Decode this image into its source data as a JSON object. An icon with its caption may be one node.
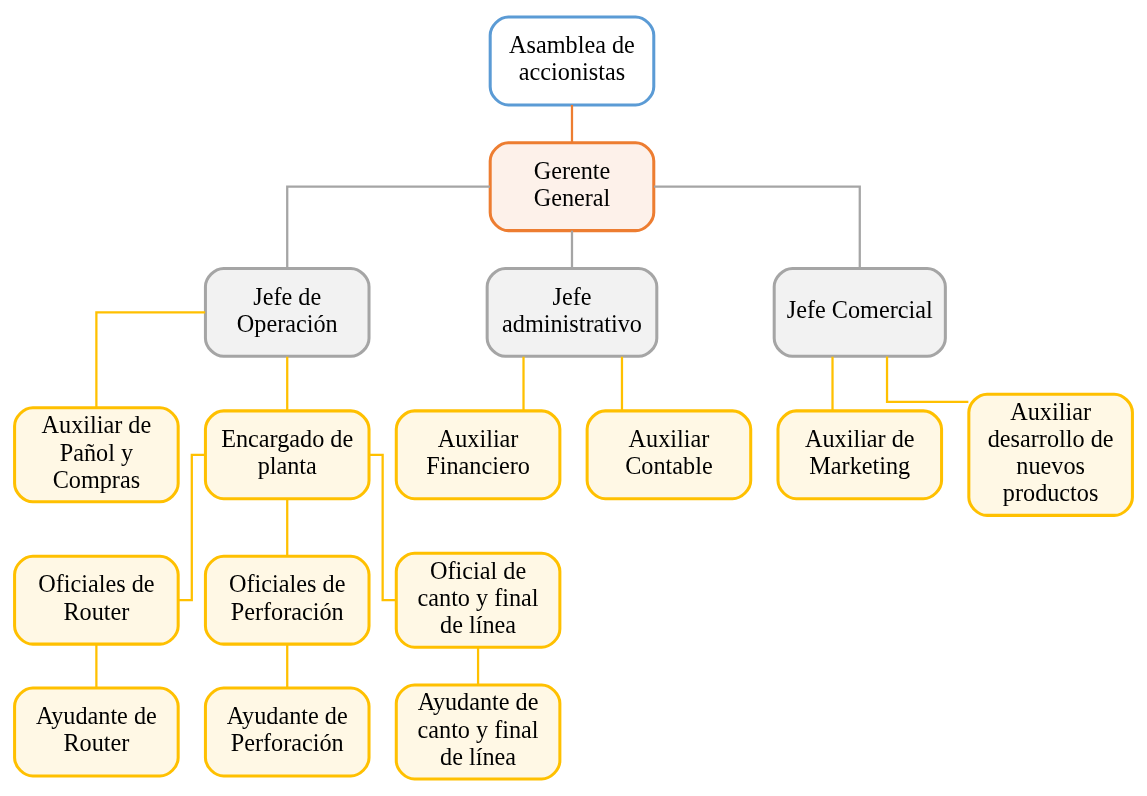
{
  "diagram": {
    "nodes": [
      {
        "text": [
          "Asamblea de accionistas"
        ]
      },
      {
        "text": [
          "Gerente General"
        ]
      },
      {
        "text": [
          "Jefe de Operación"
        ]
      },
      {
        "text": [
          "Jefe administrativo"
        ]
      },
      {
        "text": [
          "Jefe Comercial"
        ]
      },
      {
        "text": [
          "Auxiliar de Pañol y Compras"
        ]
      },
      {
        "text": [
          "Encargado de planta"
        ]
      },
      {
        "text": [
          "Auxiliar Financiero"
        ]
      },
      {
        "text": [
          "Auxiliar Contable"
        ]
      },
      {
        "text": [
          "Auxiliar de Marketing"
        ]
      },
      {
        "text": [
          "Auxiliar desarrollo de nuevos productos"
        ]
      },
      {
        "text": [
          "Oficiales de Router"
        ]
      },
      {
        "text": [
          "Oficiales de Perforación"
        ]
      },
      {
        "text": [
          "Oficial de canto y final de línea"
        ]
      },
      {
        "text": [
          "Ayudante de Router"
        ]
      },
      {
        "text": [
          "Ayudante de Perforación"
        ]
      },
      {
        "text": [
          "Ayudante de canto y final de línea"
        ]
      }
    ],
    "edges": [
      {
        "from": 0,
        "to": 1,
        "arrow": "none",
        "color": "#ed7d31"
      },
      {
        "from": 1,
        "to": 2,
        "arrow": "none",
        "color": "#a5a5a5"
      },
      {
        "from": 1,
        "to": 3,
        "arrow": "none",
        "color": "#a5a5a5"
      },
      {
        "from": 1,
        "to": 4,
        "arrow": "none",
        "color": "#a5a5a5"
      },
      {
        "from": 2,
        "to": 5,
        "arrow": "none"
      },
      {
        "from": 2,
        "to": 6,
        "arrow": "none"
      },
      {
        "from": 3,
        "to": 7,
        "arrow": "none"
      },
      {
        "from": 3,
        "to": 8,
        "arrow": "none"
      },
      {
        "from": 4,
        "to": 9,
        "arrow": "none"
      },
      {
        "from": 4,
        "to": 10,
        "arrow": "none"
      },
      {
        "from": 6,
        "to": 11,
        "arrow": "none"
      },
      {
        "from": 6,
        "to": 12,
        "arrow": "none"
      },
      {
        "from": 6,
        "to": 13,
        "arrow": "none"
      },
      {
        "from": 11,
        "to": 14,
        "arrow": "none"
      },
      {
        "from": 12,
        "to": 15,
        "arrow": "none"
      },
      {
        "from": 13,
        "to": 16,
        "arrow": "none"
      }
    ]
  }
}
